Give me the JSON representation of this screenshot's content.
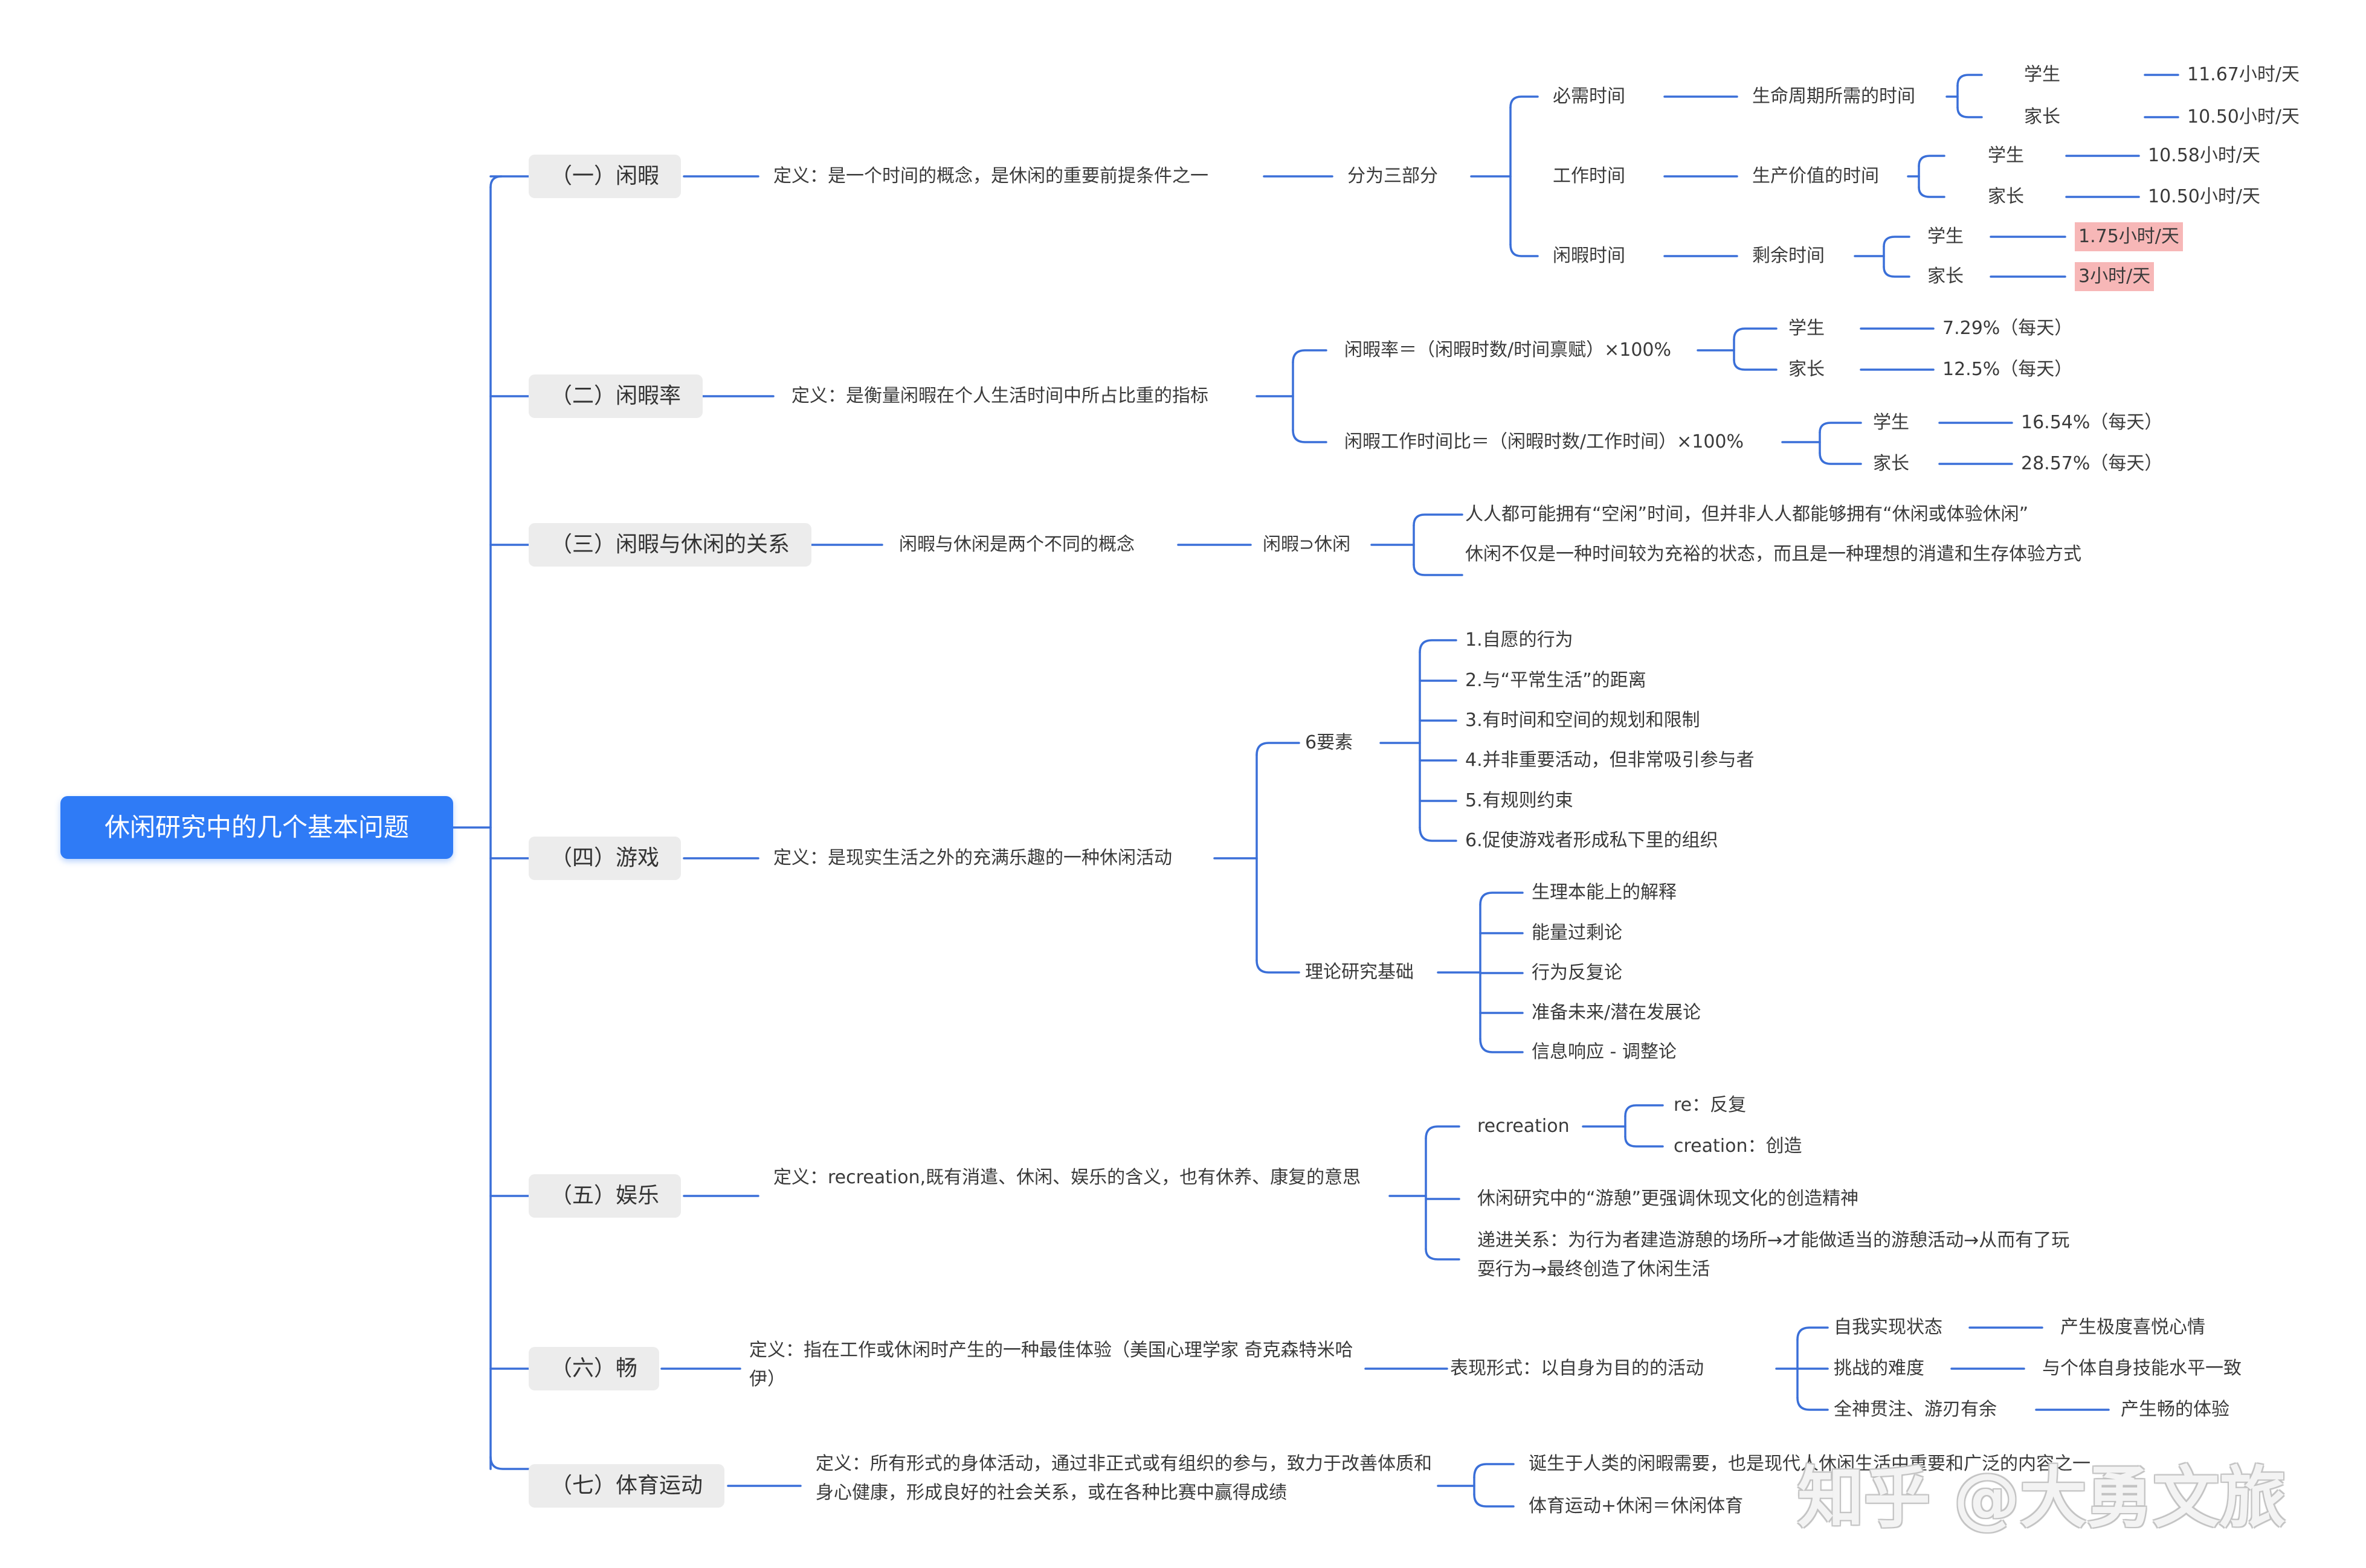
{
  "root": "休闲研究中的几个基本问题",
  "s1": {
    "title": "（一）闲暇",
    "def": "定义：是一个时间的概念，是休闲的重要前提条件之一",
    "split": "分为三部分",
    "p1": "必需时间",
    "p1d": "生命周期所需的时间",
    "p1a": "学生",
    "p1av": "11.67小时/天",
    "p1b": "家长",
    "p1bv": "10.50小时/天",
    "p2": "工作时间",
    "p2d": "生产价值的时间",
    "p2a": "学生",
    "p2av": "10.58小时/天",
    "p2b": "家长",
    "p2bv": "10.50小时/天",
    "p3": "闲暇时间",
    "p3d": "剩余时间",
    "p3a": "学生",
    "p3av": "1.75小时/天",
    "p3b": "家长",
    "p3bv": "3小时/天"
  },
  "s2": {
    "title": "（二）闲暇率",
    "def": "定义：是衡量闲暇在个人生活时间中所占比重的指标",
    "f1": "闲暇率＝（闲暇时数/时间禀赋）×100%",
    "f1a": "学生",
    "f1av": "7.29%（每天）",
    "f1b": "家长",
    "f1bv": "12.5%（每天）",
    "f2": "闲暇工作时间比＝（闲暇时数/工作时间）×100%",
    "f2a": "学生",
    "f2av": "16.54%（每天）",
    "f2b": "家长",
    "f2bv": "28.57%（每天）"
  },
  "s3": {
    "title": "（三）闲暇与休闲的关系",
    "def": "闲暇与休闲是两个不同的概念",
    "rel": "闲暇⊃休闲",
    "r1": "人人都可能拥有“空闲”时间，但并非人人都能够拥有“休闲或体验休闲”",
    "r2": "休闲不仅是一种时间较为充裕的状态，而且是一种理想的消遣和生存体验方式"
  },
  "s4": {
    "title": "（四）游戏",
    "def": "定义：是现实生活之外的充满乐趣的一种休闲活动",
    "e": "6要素",
    "e1": "1.自愿的行为",
    "e2": "2.与“平常生活”的距离",
    "e3": "3.有时间和空间的规划和限制",
    "e4": "4.并非重要活动，但非常吸引参与者",
    "e5": "5.有规则约束",
    "e6": "6.促使游戏者形成私下里的组织",
    "th": "理论研究基础",
    "t1": "生理本能上的解释",
    "t2": "能量过剩论",
    "t3": "行为反复论",
    "t4": "准备未来/潜在发展论",
    "t5": "信息响应 - 调整论"
  },
  "s5": {
    "title": "（五）娱乐",
    "def": "定义：recreation,既有消遣、休闲、娱乐的含义，也有休养、康复的意思",
    "rec": "recreation",
    "re": "re：反复",
    "cr": "creation：创造",
    "y": "休闲研究中的“游憩”更强调休现文化的创造精神",
    "dj": "递进关系：为行为者建造游憩的场所→才能做适当的游憩活动→从而有了玩耍行为→最终创造了休闲生活"
  },
  "s6": {
    "title": "（六）畅",
    "def": "定义：指在工作或休闲时产生的一种最佳体验（美国心理学家 奇克森特米哈伊）",
    "form": "表现形式：以自身为目的的活动",
    "a1": "自我实现状态",
    "a1v": "产生极度喜悦心情",
    "a2": "挑战的难度",
    "a2v": "与个体自身技能水平一致",
    "a3": "全神贯注、游刃有余",
    "a3v": "产生畅的体验"
  },
  "s7": {
    "title": "（七）体育运动",
    "def": "定义：所有形式的身体活动，通过非正式或有组织的参与，致力于改善体质和身心健康，形成良好的社会关系，或在各种比赛中赢得成绩",
    "a": "诞生于人类的闲暇需要，也是现代人休闲生活中重要和广泛的内容之一",
    "b": "体育运动+休闲＝休闲体育"
  },
  "watermark": "知乎 @大勇文旅",
  "colors": {
    "line": "#3a6fd8",
    "root": "#2f7bf6",
    "section_bg": "#ececec",
    "highlight": "#f7b7b7"
  }
}
